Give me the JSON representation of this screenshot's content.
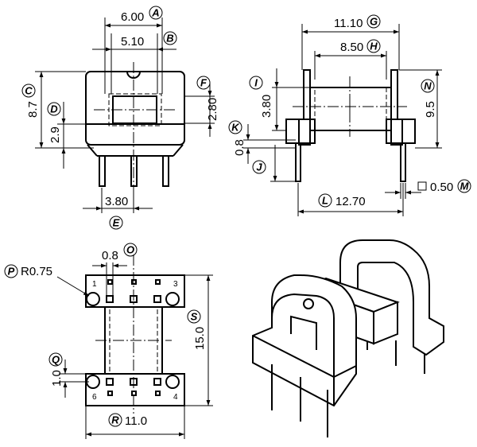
{
  "dimensions": {
    "A": {
      "value": "6.00",
      "label": "A"
    },
    "B": {
      "value": "5.10",
      "label": "B"
    },
    "C": {
      "value": "8.7",
      "label": "C"
    },
    "D": {
      "value": "2.9",
      "label": "D"
    },
    "E": {
      "value": "3.80",
      "label": "E"
    },
    "F": {
      "value": "2.80",
      "label": "F"
    },
    "G": {
      "value": "11.10",
      "label": "G"
    },
    "H": {
      "value": "8.50",
      "label": "H"
    },
    "I": {
      "value": "3.80",
      "label": "I"
    },
    "J": {
      "value": "",
      "label": "J"
    },
    "K": {
      "value": "0.8",
      "label": "K"
    },
    "L": {
      "value": "12.70",
      "label": "L"
    },
    "M": {
      "value": "0.50",
      "label": "M"
    },
    "N": {
      "value": "9.5",
      "label": "N"
    },
    "O": {
      "value": "0.8",
      "label": "O"
    },
    "P": {
      "value": "R0.75",
      "label": "P"
    },
    "Q": {
      "value": "1.0",
      "label": "Q"
    },
    "R": {
      "value": "11.0",
      "label": "R"
    },
    "S": {
      "value": "15.0",
      "label": "S"
    }
  },
  "pins": {
    "p1": "1",
    "p3": "3",
    "p4": "4",
    "p6": "6"
  },
  "pin_square_symbol": "□"
}
